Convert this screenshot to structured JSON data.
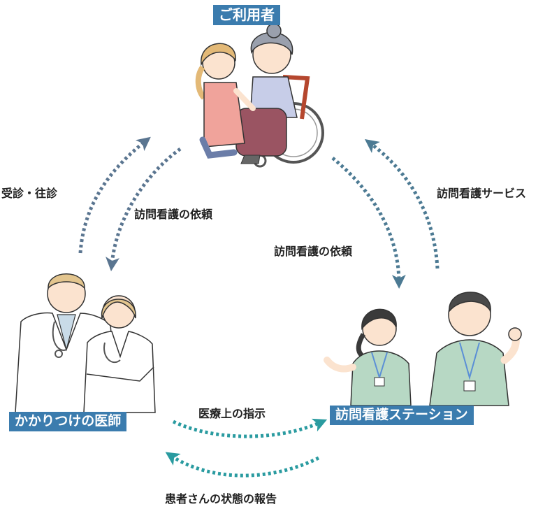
{
  "nodes": {
    "user": {
      "label": "ご利用者"
    },
    "doctor": {
      "label": "かかりつけの医師"
    },
    "station": {
      "label": "訪問看護ステーション"
    }
  },
  "edges": {
    "visit_care": "受診・往診",
    "request_doctor": "訪問看護の依頼",
    "request_user": "訪問看護の依頼",
    "service": "訪問看護サービス",
    "instruction": "医療上の指示",
    "report": "患者さんの状態の報告"
  },
  "colors": {
    "box_blue": "#3b7cae",
    "arrow_slate": "#5a7590",
    "arrow_teal": "#2a9ba0",
    "arrow_steel": "#4c7a93"
  }
}
